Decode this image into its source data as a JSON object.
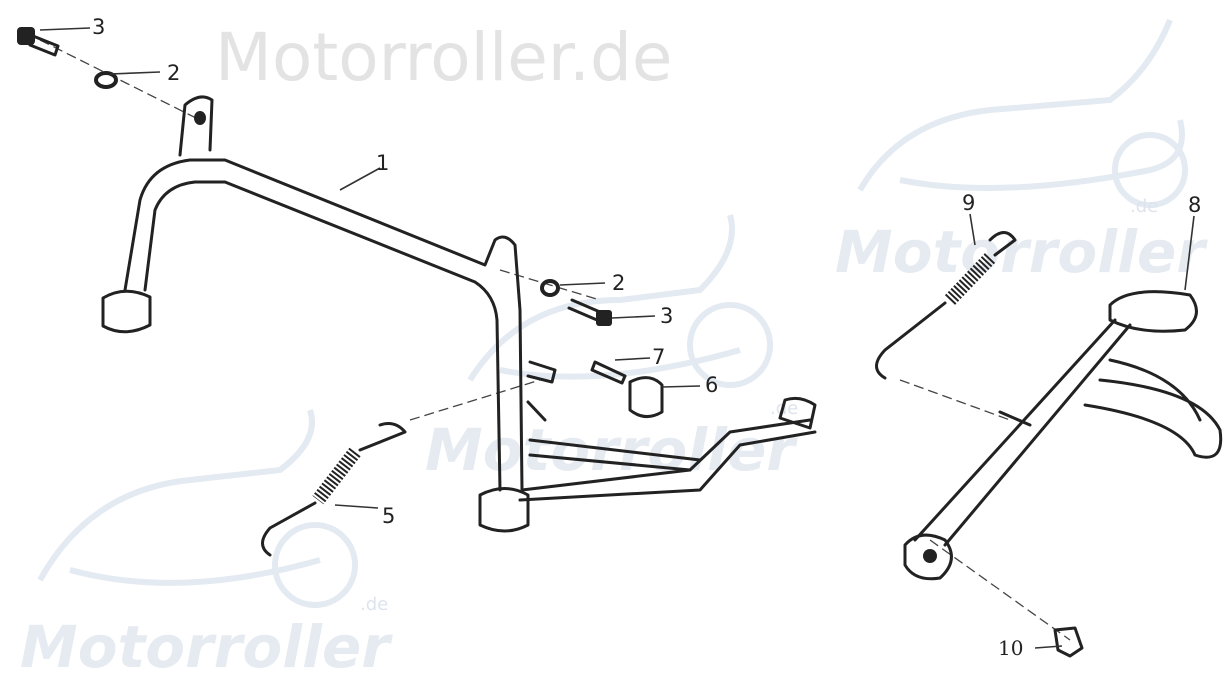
{
  "watermarks": {
    "top": "Motorroller.de",
    "brand": "Motorroller",
    "suffix": ".de"
  },
  "labels": {
    "p1": "1",
    "p2a": "2",
    "p3a": "3",
    "p2b": "2",
    "p3b": "3",
    "p5": "5",
    "p6": "6",
    "p7": "7",
    "p8": "8",
    "p9": "9",
    "p10": "10"
  },
  "colors": {
    "line": "#222222",
    "watermark": "#e3e3e3",
    "watermark_blue": "#e6ebf2"
  }
}
